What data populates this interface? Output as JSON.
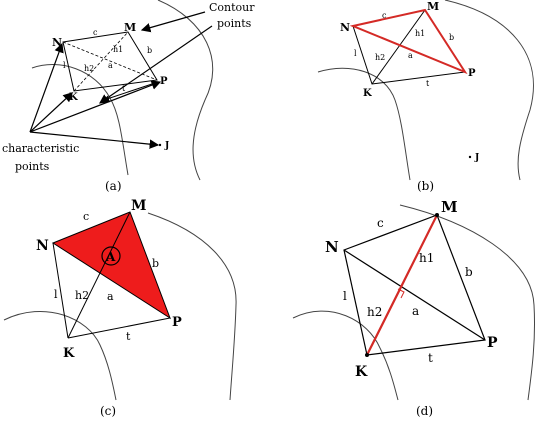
{
  "panels": {
    "a": {
      "caption": "(a)",
      "points": {
        "N": "N",
        "M": "M",
        "K": "K",
        "P": "P",
        "J": "J"
      },
      "edges": {
        "c": "c",
        "b": "b",
        "l": "l",
        "t": "t",
        "a": "a",
        "h1": "h1",
        "h2": "h2"
      },
      "annotations": {
        "contour_line1": "Contour",
        "contour_line2": "points",
        "characteristic_line1": "characteristic",
        "characteristic_line2": "points"
      }
    },
    "b": {
      "caption": "(b)",
      "points": {
        "N": "N",
        "M": "M",
        "K": "K",
        "P": "P",
        "J": "J"
      },
      "edges": {
        "c": "c",
        "b": "b",
        "l": "l",
        "t": "t",
        "a": "a",
        "h1": "h1",
        "h2": "h2"
      }
    },
    "c": {
      "caption": "(c)",
      "points": {
        "N": "N",
        "M": "M",
        "K": "K",
        "P": "P"
      },
      "edges": {
        "c": "c",
        "b": "b",
        "l": "l",
        "t": "t",
        "a": "a",
        "h2": "h2"
      },
      "area_label": "A"
    },
    "d": {
      "caption": "(d)",
      "points": {
        "N": "N",
        "M": "M",
        "K": "K",
        "P": "P"
      },
      "edges": {
        "c": "c",
        "b": "b",
        "l": "l",
        "t": "t",
        "a": "a",
        "h1": "h1",
        "h2": "h2"
      }
    }
  },
  "colors": {
    "highlight": "#d42a26",
    "fill": "#ee1c1c",
    "line": "#000000",
    "curve": "#444444"
  }
}
